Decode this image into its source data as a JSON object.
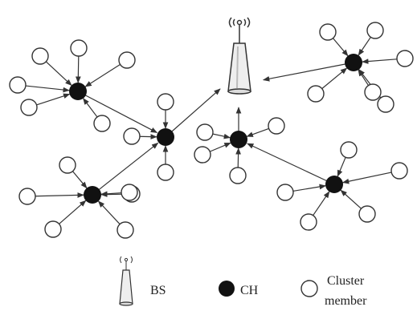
{
  "colors": {
    "line": "#333333",
    "cluster_head_fill": "#111111",
    "cluster_member_fill": "#ffffff",
    "base_station_fill": "#eeeeee"
  },
  "legend": {
    "bs_label": "BS",
    "ch_label": "CH",
    "member_label_line1": "Cluster",
    "member_label_line2": "member"
  },
  "diagram": {
    "base_station": {
      "id": "BS",
      "icon": "antenna-tower-icon"
    },
    "cluster_heads": [
      {
        "id": "CH1",
        "members": 6
      },
      {
        "id": "CH2",
        "members": 3
      },
      {
        "id": "CH3",
        "members": 6
      },
      {
        "id": "CH4",
        "members": 4
      },
      {
        "id": "CH5",
        "members": 5
      },
      {
        "id": "CH6",
        "members": 6
      }
    ],
    "links_to_base_station": [
      {
        "from": "CH2",
        "to": "BS"
      },
      {
        "from": "CH4",
        "to": "BS"
      },
      {
        "from": "CH6",
        "to": "BS"
      }
    ],
    "inter_cluster_links": [
      {
        "from": "CH1",
        "to": "CH2"
      },
      {
        "from": "CH3",
        "to": "CH2"
      },
      {
        "from": "CH5",
        "to": "CH4"
      }
    ]
  }
}
